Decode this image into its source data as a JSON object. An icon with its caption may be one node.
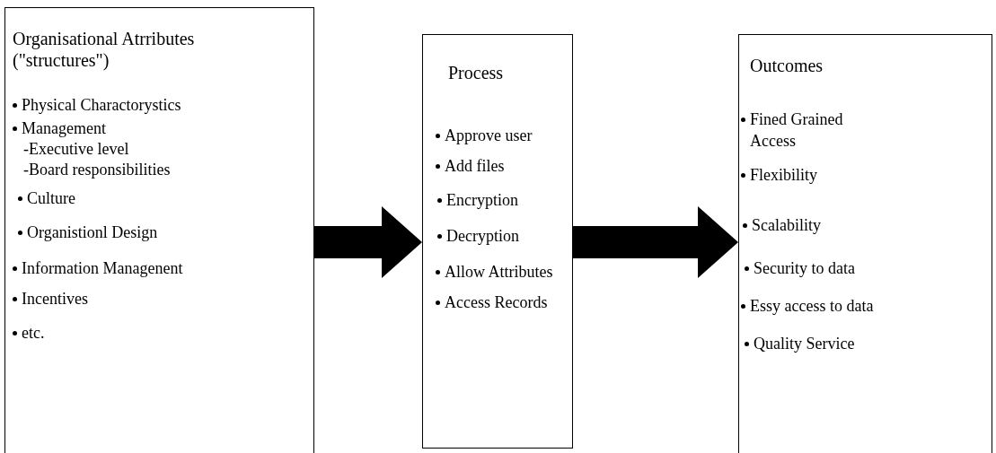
{
  "diagram": {
    "nodes": [
      {
        "text": [
          "Organisational Atrributes (\"structures\")",
          "Physical Charactorystics",
          "Management",
          "-Executive level",
          "-Board  responsibilities",
          "Culture",
          "Organistionl Design",
          "Information Managenent",
          "Incentives",
          "etc."
        ]
      },
      {
        "text": [
          "Process",
          "Approve user",
          "Add files",
          "Encryption",
          "Decryption",
          "Allow Attributes",
          "Access Records"
        ]
      },
      {
        "text": [
          "Outcomes",
          "Fined Grained Access",
          "Flexibility",
          "Scalability",
          "Security to data",
          "Essy access to data",
          "Quality Service"
        ]
      }
    ],
    "edges": [
      {
        "from": 0,
        "to": 1,
        "arrow": "to"
      },
      {
        "from": 1,
        "to": 2,
        "arrow": "to"
      }
    ]
  }
}
